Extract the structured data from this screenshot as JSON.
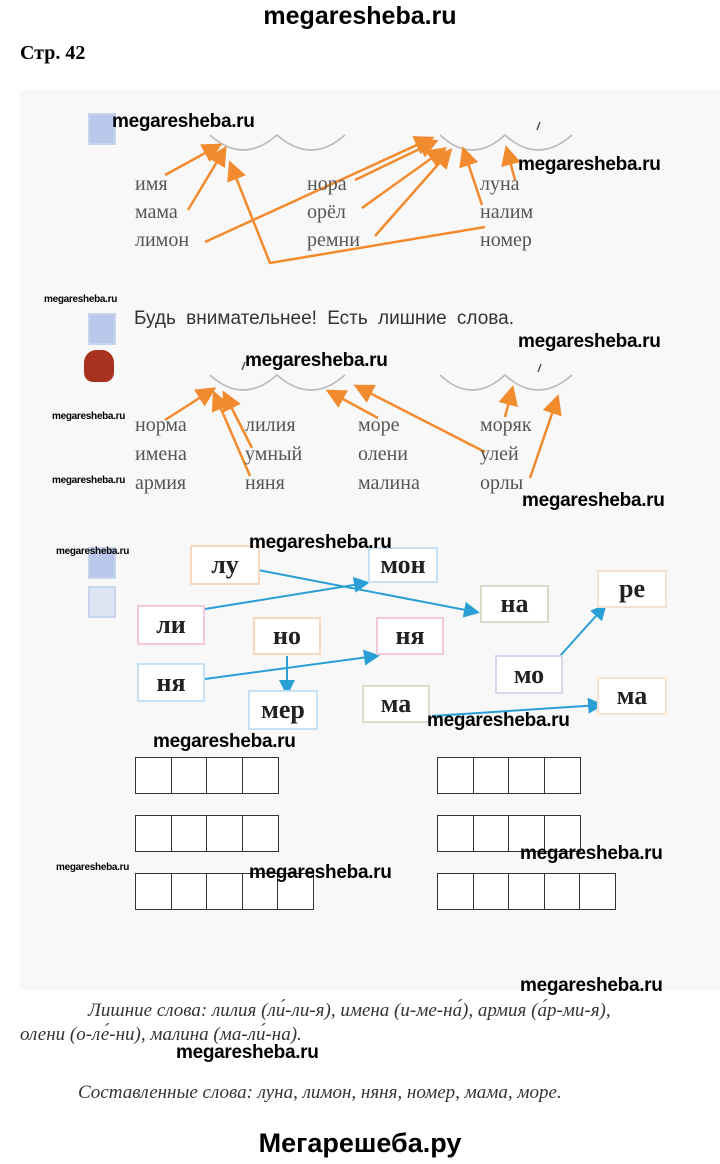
{
  "header": {
    "site": "megaresheba.ru",
    "page": "Стр. 42"
  },
  "watermark": "megaresheba.ru",
  "exercise1": {
    "columns": [
      [
        "имя",
        "мама",
        "лимон"
      ],
      [
        "нора",
        "орёл",
        "ремни"
      ],
      [
        "луна",
        "налим",
        "номер"
      ]
    ]
  },
  "exercise2": {
    "instruction": "Будь внимательнее! Есть лишние слова.",
    "columns": [
      [
        "норма",
        "имена",
        "армия"
      ],
      [
        "лилия",
        "умный",
        "няня"
      ],
      [
        "море",
        "олени",
        "малина"
      ],
      [
        "моряк",
        "улей",
        "орлы"
      ]
    ]
  },
  "exercise3": {
    "syllables": [
      "лу",
      "мон",
      "ли",
      "но",
      "ня",
      "на",
      "ре",
      "ня",
      "мо",
      "мер",
      "ма",
      "ма"
    ]
  },
  "answers": {
    "extra_line1": "Лишние слова: лилия (ли́-ли-я), имена (и-ме-на́), армия (а́р-ми-я),",
    "extra_line2": "олени (о-ле́-ни), малина (ма-ли́-на).",
    "composed": "Составленные слова: луна, лимон, няня, номер, мама, море."
  },
  "footer": "Мегарешеба.ру",
  "colors": {
    "orange": "#f28a2e",
    "blue": "#2a9fd6",
    "arc": "#bbbbbb"
  }
}
